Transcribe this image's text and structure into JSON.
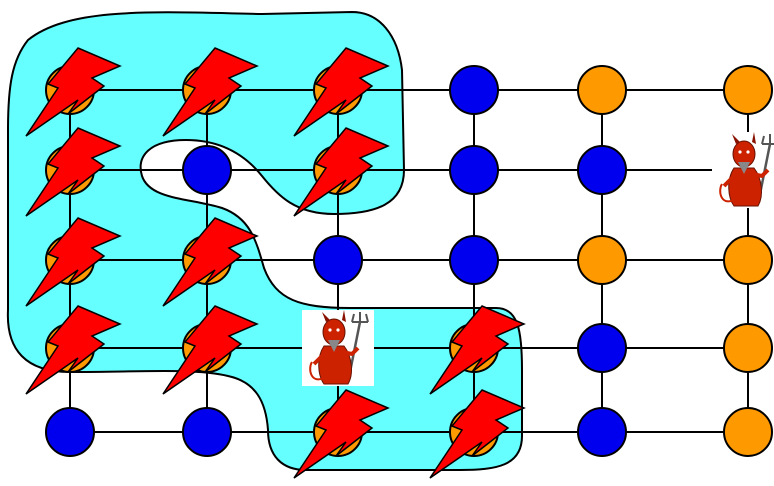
{
  "diagram": {
    "colors": {
      "background": "#ffffff",
      "region_fill": "#66ffff",
      "region_stroke": "#000000",
      "edge": "#000000",
      "node_blue": "#0000ee",
      "node_orange": "#ff9900",
      "lightning_fill": "#ff0000",
      "devil_body": "#cc2200"
    },
    "grid": {
      "columns": 6,
      "rows": 5,
      "node_colors": [
        [
          "orange",
          "orange",
          "orange",
          "blue",
          "orange",
          "orange"
        ],
        [
          "orange",
          "blue",
          "orange",
          "blue",
          "blue",
          "devil"
        ],
        [
          "orange",
          "orange",
          "blue",
          "blue",
          "orange",
          "orange"
        ],
        [
          "orange",
          "orange",
          "devil",
          "orange",
          "blue",
          "orange"
        ],
        [
          "blue",
          "blue",
          "orange",
          "orange",
          "blue",
          "orange"
        ]
      ],
      "lightning_nodes": [
        [
          0,
          0
        ],
        [
          0,
          1
        ],
        [
          0,
          2
        ],
        [
          1,
          0
        ],
        [
          1,
          2
        ],
        [
          2,
          0
        ],
        [
          2,
          1
        ],
        [
          3,
          0
        ],
        [
          3,
          1
        ],
        [
          3,
          3
        ],
        [
          4,
          2
        ],
        [
          4,
          3
        ]
      ]
    },
    "icons": {
      "lightning": "lightning-bolt-icon",
      "devil": "devil-with-pitchfork-icon"
    }
  }
}
